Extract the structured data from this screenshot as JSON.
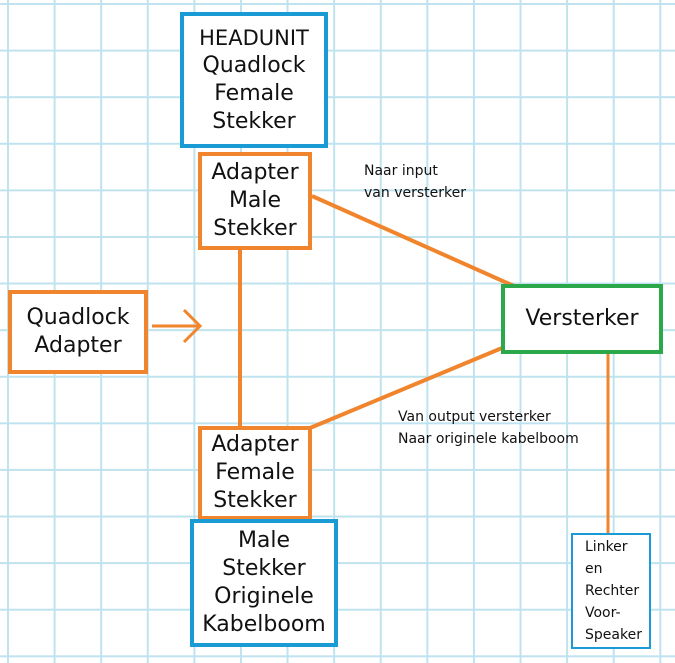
{
  "headunit": {
    "lines": [
      "HEADUNIT",
      "Quadlock",
      "Female",
      "Stekker"
    ]
  },
  "adapter_male": {
    "lines": [
      "Adapter",
      "Male",
      "Stekker"
    ]
  },
  "quadlock_adapter": {
    "lines": [
      "Quadlock",
      "Adapter"
    ]
  },
  "versterker": {
    "label": "Versterker"
  },
  "adapter_female": {
    "lines": [
      "Adapter",
      "Female",
      "Stekker"
    ]
  },
  "male_original": {
    "lines": [
      "Male",
      "Stekker",
      "Originele",
      "Kabelboom"
    ]
  },
  "speaker": {
    "lines": [
      "Linker",
      "en",
      "Rechter",
      "Voor-",
      "Speaker"
    ]
  },
  "notes": {
    "input": [
      "Naar input",
      "van versterker"
    ],
    "output": [
      "Van output versterker",
      "Naar originele kabelboom"
    ]
  },
  "colors": {
    "blue": "#1a9bd6",
    "orange": "#f0852d",
    "green": "#2aa84a",
    "grid": "#bfe3ee"
  }
}
